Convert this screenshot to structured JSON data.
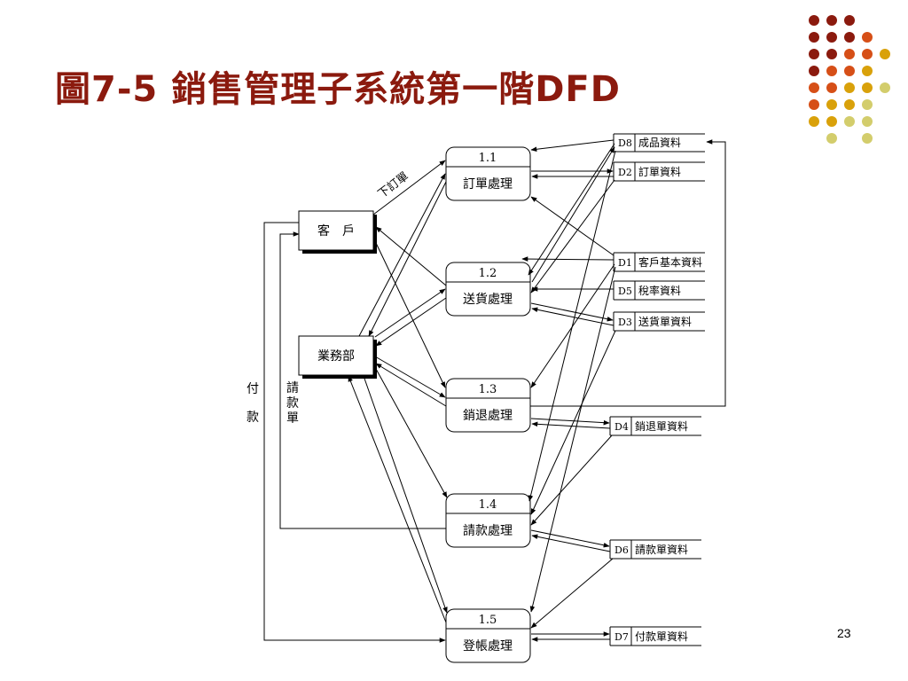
{
  "slide": {
    "title": "圖7-5 銷售管理子系統第一階DFD",
    "page_number": "23"
  },
  "decoration": {
    "dot_colors": [
      "#8b1a0e",
      "#d64f17",
      "#d9a10a",
      "#d3cd6c"
    ]
  },
  "external_entities": {
    "customer": "客　戶",
    "sales_dept": "業務部"
  },
  "processes": [
    {
      "id": "1.1",
      "name": "訂單處理"
    },
    {
      "id": "1.2",
      "name": "送貨處理"
    },
    {
      "id": "1.3",
      "name": "銷退處理"
    },
    {
      "id": "1.4",
      "name": "請款處理"
    },
    {
      "id": "1.5",
      "name": "登帳處理"
    }
  ],
  "data_stores": [
    {
      "id": "D8",
      "name": "成品資料"
    },
    {
      "id": "D2",
      "name": "訂單資料"
    },
    {
      "id": "D1",
      "name": "客戶基本資料"
    },
    {
      "id": "D5",
      "name": "稅率資料"
    },
    {
      "id": "D3",
      "name": "送貨單資料"
    },
    {
      "id": "D4",
      "name": "銷退單資料"
    },
    {
      "id": "D6",
      "name": "請款單資料"
    },
    {
      "id": "D7",
      "name": "付款單資料"
    }
  ],
  "flow_labels": {
    "place_order": "下訂單",
    "payment_1": "付",
    "payment_2": "款",
    "invoice_1": "請",
    "invoice_2": "款",
    "invoice_3": "單"
  }
}
